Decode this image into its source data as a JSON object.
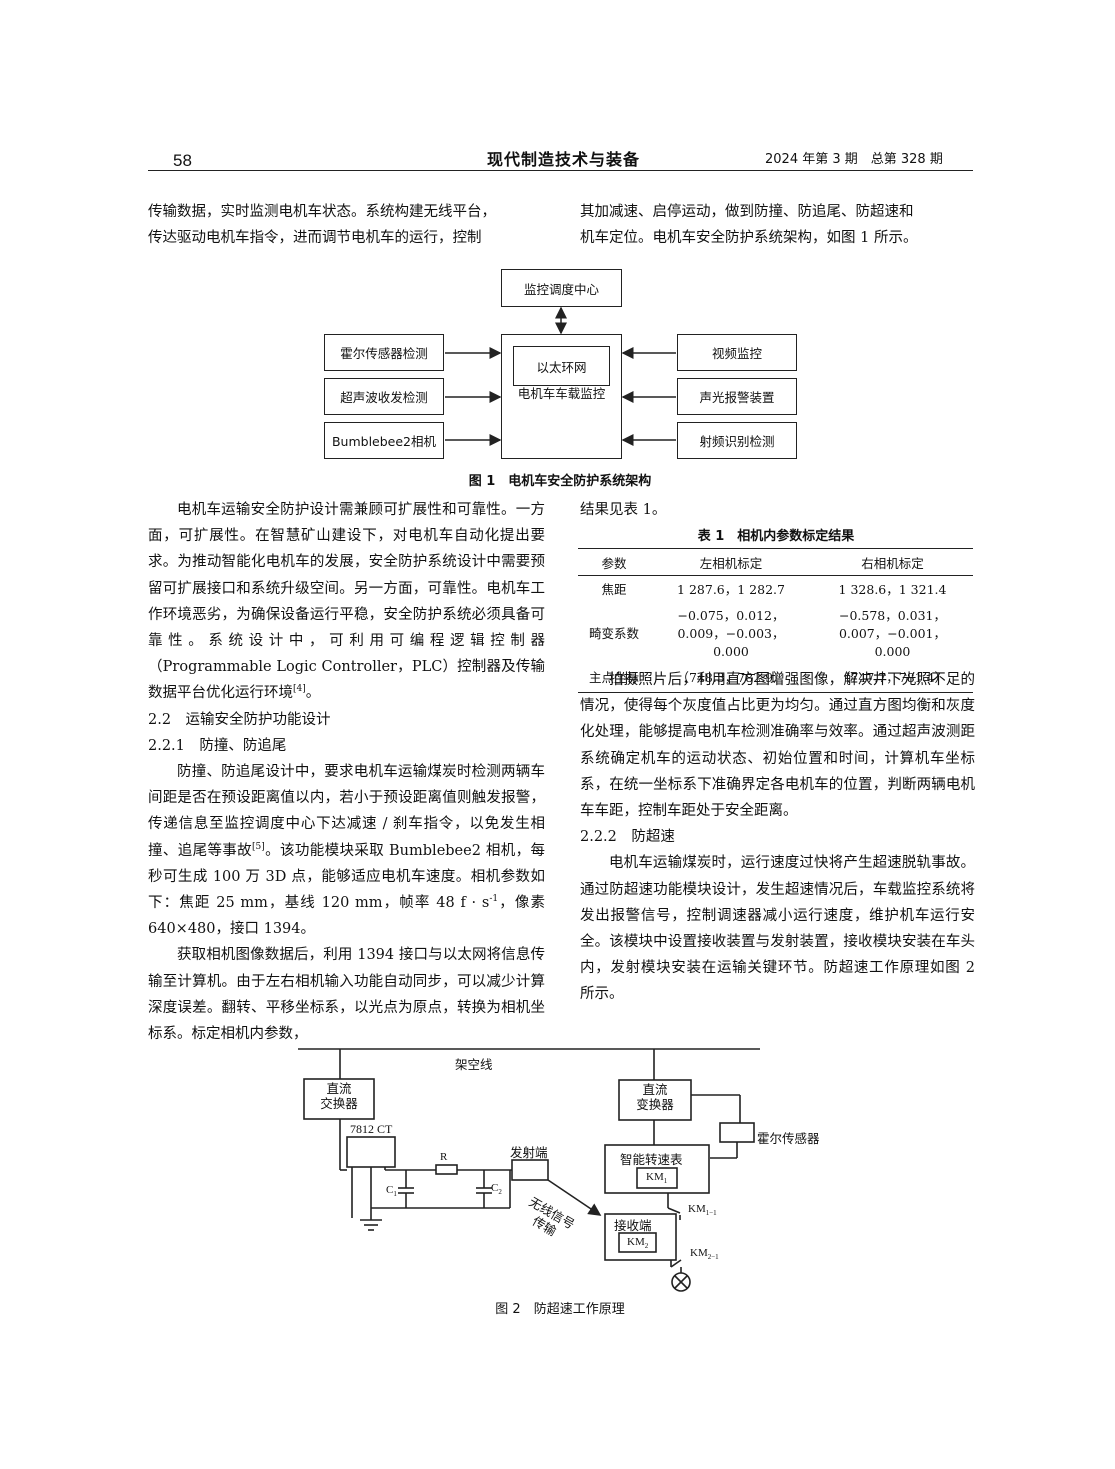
{
  "header": {
    "page_number": "58",
    "journal": "现代制造技术与装备",
    "issue": "2024 年第 3 期　总第 328 期"
  },
  "top": {
    "left_line1": "传输数据，实时监测电机车状态。系统构建无线平台，",
    "left_line2": "传达驱动电机车指令，进而调节电机车的运行，控制",
    "right_line1": "其加减速、启停运动，做到防撞、防追尾、防超速和",
    "right_line2": "机车定位。电机车安全防护系统架构，如图 1 所示。"
  },
  "figure1": {
    "top_box": "监控调度中心",
    "center_inner": "以太环网",
    "center_label": "电机车车载监控",
    "left_boxes": [
      "霍尔传感器检测",
      "超声波收发检测",
      "Bumblebee2相机"
    ],
    "right_boxes": [
      "视频监控",
      "声光报警装置",
      "射频识别检测"
    ],
    "caption": "图 1　电机车安全防护系统架构"
  },
  "left_col": {
    "para1": "电机车运输安全防护设计需兼顾可扩展性和可靠性。一方面，可扩展性。在智慧矿山建设下，对电机车自动化提出要求。为推动智能化电机车的发展，安全防护系统设计中需要预留可扩展接口和系统升级空间。另一方面，可靠性。电机车工作环境恶劣，为确保设备运行平稳，安全防护系统必须具备可靠性。系统设计中，可利用可编程逻辑控制器（Programmable Logic Controller，PLC）控制器及传输数据平台优化运行环境",
    "ref4": "[4]",
    "para1_end": "。",
    "sec22": "2.2　运输安全防护功能设计",
    "sec221": "2.2.1　防撞、防追尾",
    "para2": "防撞、防追尾设计中，要求电机车运输煤炭时检测两辆车间距是否在预设距离值以内，若小于预设距离值则触发报警，传递信息至监控调度中心下达减速 / 刹车指令，以免发生相撞、追尾等事故",
    "ref5": "[5]",
    "para2_b": "。该功能模块采取 Bumblebee2 相机，每秒可生成 100 万 3D 点，能够适应电机车速度。相机参数如下：焦距 25 mm，基线 120 mm，帧率 48 f · s",
    "sup_minus1": "-1",
    "para2_c": "，像素 640×480，接口 1394。",
    "para3": "获取相机图像数据后，利用 1394 接口与以太网将信息传输至计算机。由于左右相机输入功能自动同步，可以减少计算深度误差。翻转、平移坐标系，以光点为原点，转换为相机坐标系。标定相机内参数，"
  },
  "right_col": {
    "lead": "结果见表 1。",
    "para1": "拍摄照片后，利用直方图增强图像，解决井下光照不足的情况，使得每个灰度值占比更为均匀。通过直方图均衡和灰度化处理，能够提高电机车检测准确率与效率。通过超声波测距系统确定机车的运动状态、初始位置和时间，计算机车坐标系，在统一坐标系下准确界定各电机车的位置，判断两辆电机车车距，控制车距处于安全距离。",
    "sec222": "2.2.2　防超速",
    "para2": "电机车运输煤炭时，运行速度过快将产生超速脱轨事故。通过防超速功能模块设计，发生超速情况后，车载监控系统将发出报警信号，控制调速器减小运行速度，维护机车运行安全。该模块中设置接收装置与发射装置，接收模块安装在车头内，发射模块安装在运输关键环节。防超速工作原理如图 2 所示。"
  },
  "table1": {
    "caption": "表 1　相机内参数标定结果",
    "headers": [
      "参数",
      "左相机标定",
      "右相机标定"
    ],
    "rows": [
      [
        "焦距",
        "1 287.6，1 282.7",
        "1 328.6，1 321.4"
      ],
      [
        "畸变系数",
        "−0.075，0.012，0.009，−0.003，0.000",
        "−0.578，0.031，0.007，−0.001，0.000"
      ],
      [
        "主点坐标",
        "（748.3，782.9）",
        "（747.7，781.4）"
      ]
    ]
  },
  "figure2": {
    "line_label": "架空线",
    "dc_left": "直流\n交换器",
    "regulator": "7812 CT",
    "r_label": "R",
    "c1_label": "C",
    "c1_sub": "1",
    "c2_label": "C",
    "c2_sub": "2",
    "transmitter": "发射端",
    "wireless": "无线信号\n传输",
    "dc_right": "直流\n变换器",
    "hall": "霍尔传感器",
    "tacho": "智能转速表",
    "km1": "KM",
    "km1_sub": "1",
    "km11": "KM",
    "km11_sub": "1−1",
    "receiver": "接收端",
    "km2": "KM",
    "km2_sub": "2",
    "km21": "KM",
    "km21_sub": "2−1",
    "caption": "图 2　防超速工作原理"
  }
}
